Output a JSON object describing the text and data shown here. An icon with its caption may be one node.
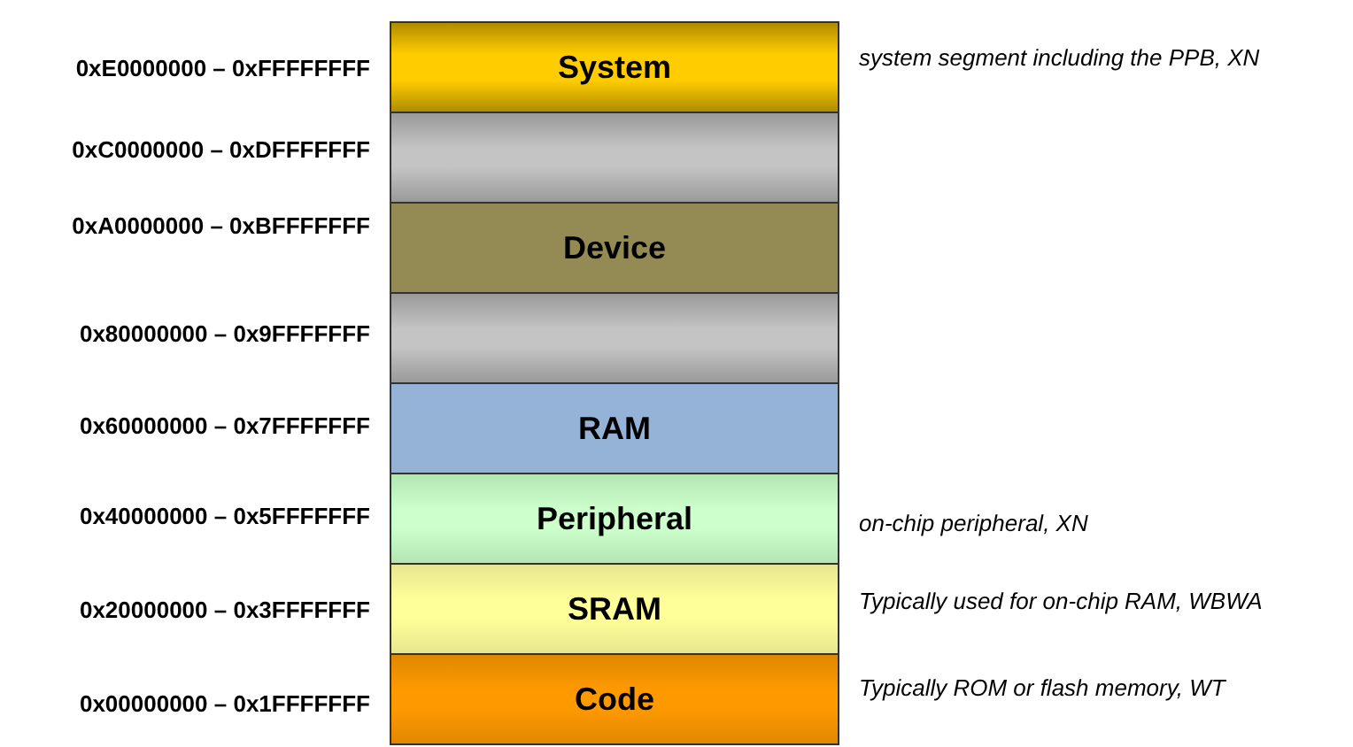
{
  "diagram": {
    "nodes": [
      {
        "text": [
          "System"
        ],
        "beside": [
          "0xE0000000 – 0xFFFFFFFF",
          "system segment including the PPB, XN"
        ]
      },
      {
        "text": [],
        "shape": "box",
        "beside": [
          "0xC0000000 – 0xDFFFFFFF"
        ]
      },
      {
        "text": [
          "Device"
        ],
        "beside": [
          "0xA0000000 – 0xBFFFFFFF"
        ]
      },
      {
        "text": [],
        "shape": "box",
        "beside": [
          "0x80000000 – 0x9FFFFFFF"
        ]
      },
      {
        "text": [
          "RAM"
        ],
        "beside": [
          "0x60000000 – 0x7FFFFFFF"
        ]
      },
      {
        "text": [
          "Peripheral"
        ],
        "beside": [
          "0x40000000 – 0x5FFFFFFF",
          "on-chip peripheral, XN"
        ]
      },
      {
        "text": [
          "SRAM"
        ],
        "beside": [
          "0x20000000 – 0x3FFFFFFF",
          "Typically used for on-chip RAM, WBWA"
        ]
      },
      {
        "text": [
          "Code"
        ],
        "beside": [
          "0x00000000 – 0x1FFFFFFF",
          "Typically ROM or flash memory, WT"
        ]
      }
    ]
  }
}
